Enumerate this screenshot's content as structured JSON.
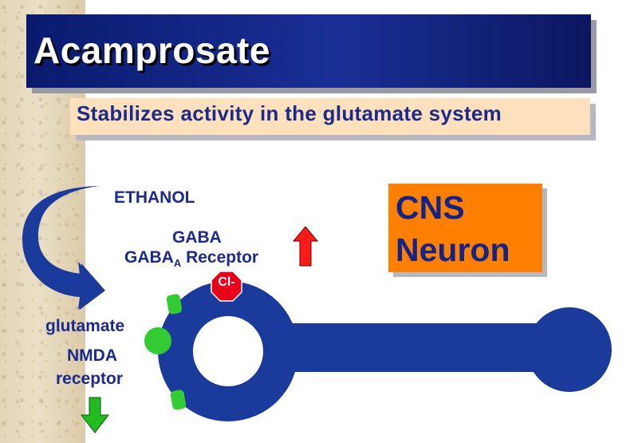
{
  "title": "Acamprosate",
  "subtitle": "Stabilizes activity in the glutamate system",
  "labels": {
    "ethanol": "ETHANOL",
    "gaba": "GABA",
    "gaba_receptor_prefix": "GABA",
    "gaba_receptor_subscript": "A",
    "gaba_receptor_suffix": " Receptor",
    "glutamate": "glutamate",
    "nmda_line1": "NMDA",
    "nmda_line2": "receptor",
    "chloride": "Cl-"
  },
  "cns_box": {
    "line1": "CNS",
    "line2": "Neuron"
  },
  "colors": {
    "title_bg": "#1a2f96",
    "subtitle_bg": "#fde0bc",
    "text_blue": "#1c2a8c",
    "neuron_blue": "#1a3a9c",
    "cns_box": "#ff8000",
    "up_arrow": "#ff1a1a",
    "down_arrow": "#22bb22",
    "receptor_green": "#33cc33",
    "stop_sign": "#e8001a"
  },
  "indicators": {
    "gaba_receptor_activity": "increase (up-arrow)",
    "nmda_receptor_activity": "decrease (down-arrow)"
  }
}
